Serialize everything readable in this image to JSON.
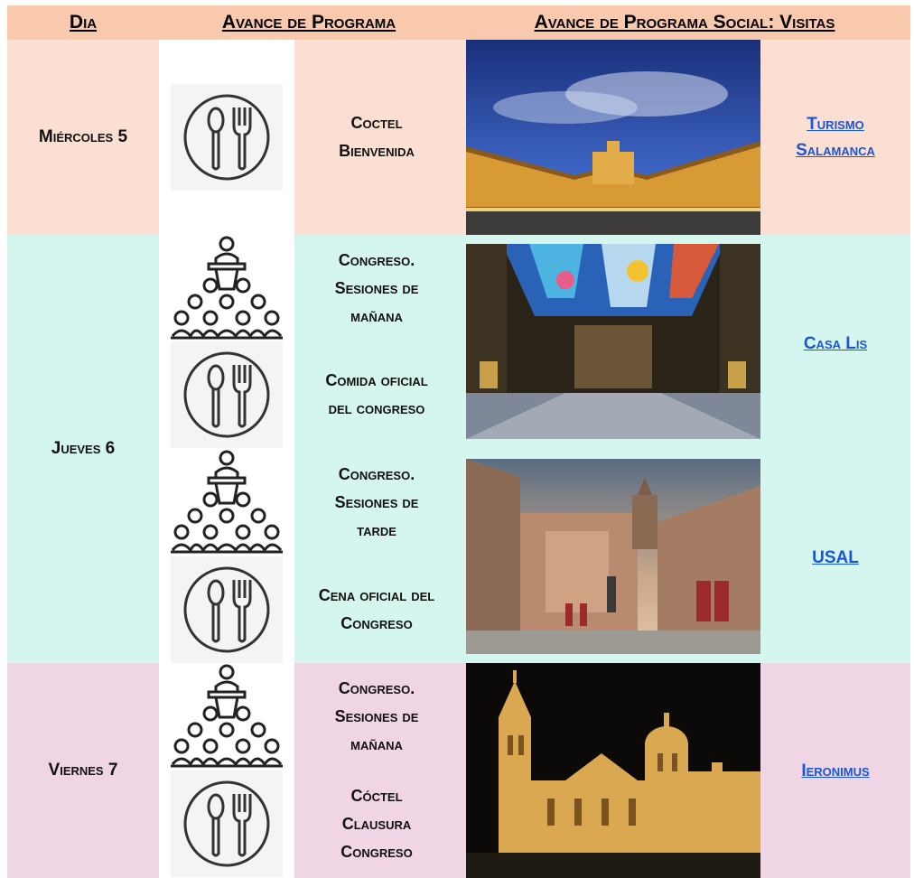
{
  "headers": {
    "day": "Dia",
    "program": "Avance de Programa",
    "social": "Avance de Programa Social: Visitas"
  },
  "colors": {
    "header": "#f9c9ae",
    "wednesday": "#fbdfd3",
    "thursday": "#d5f5ef",
    "friday": "#f0d5e5",
    "link": "#1a56d6"
  },
  "days": [
    {
      "label": "Miércoles 5",
      "activities": [
        {
          "icon": "cutlery-icon",
          "lines": [
            "Coctel",
            "Bienvenida"
          ]
        }
      ],
      "visits": [
        {
          "lines": [
            "Turismo",
            "Salamanca"
          ],
          "photo": "plaza-mayor-photo"
        }
      ]
    },
    {
      "label": "Jueves 6",
      "activities": [
        {
          "icon": "conference-icon",
          "lines": [
            "Congreso.",
            "Sesiones de",
            "mañana"
          ]
        },
        {
          "icon": "cutlery-icon",
          "lines": [
            "Comida oficial",
            "del congreso"
          ]
        },
        {
          "icon": "conference-icon",
          "lines": [
            "Congreso.",
            "Sesiones de",
            "tarde"
          ]
        },
        {
          "icon": "cutlery-icon",
          "lines": [
            "Cena oficial del",
            "Congreso"
          ]
        }
      ],
      "visits": [
        {
          "lines": [
            "Casa Lis"
          ],
          "photo": "casa-lis-photo"
        },
        {
          "lines": [
            "USAL"
          ],
          "photo": "university-facade-photo"
        }
      ]
    },
    {
      "label": "Viernes 7",
      "activities": [
        {
          "icon": "conference-icon",
          "lines": [
            "Congreso.",
            "Sesiones de",
            "mañana"
          ]
        },
        {
          "icon": "cutlery-icon",
          "lines": [
            "Cóctel",
            "Clausura",
            "Congreso"
          ]
        }
      ],
      "visits": [
        {
          "lines": [
            "Ieronimus"
          ],
          "photo": "cathedral-night-photo"
        }
      ]
    }
  ]
}
